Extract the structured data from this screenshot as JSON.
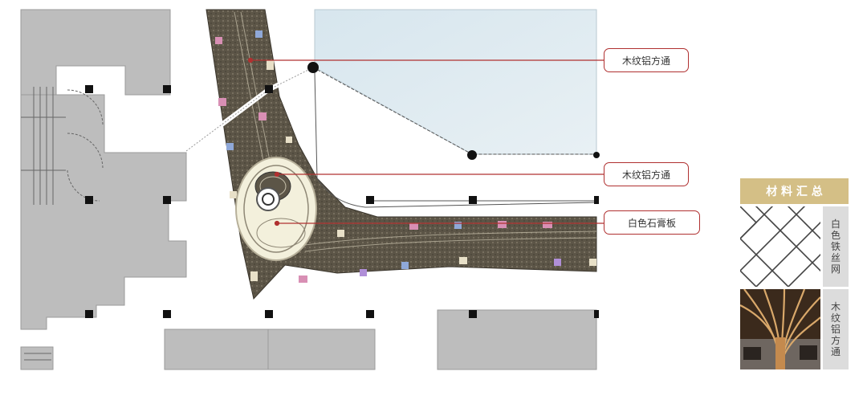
{
  "callouts": [
    {
      "id": "wood-1",
      "label": "木纹铝方通"
    },
    {
      "id": "wood-2",
      "label": "木纹铝方通"
    },
    {
      "id": "gypsum",
      "label": "白色石膏板"
    }
  ],
  "materials_panel": {
    "title": "材 料 汇 总",
    "items": [
      {
        "name": "白色铁丝网",
        "swatch_icon": "wire-mesh-icon"
      },
      {
        "name": "木纹铝方通",
        "swatch_icon": "wood-aluminum-icon"
      }
    ]
  },
  "colors": {
    "callout_line": "#b03030",
    "panel_header": "#d4bf86",
    "wall_fill": "#bdbdbd",
    "glass_fill": "#dfeaf0",
    "ceiling_band": "#5a5448"
  }
}
